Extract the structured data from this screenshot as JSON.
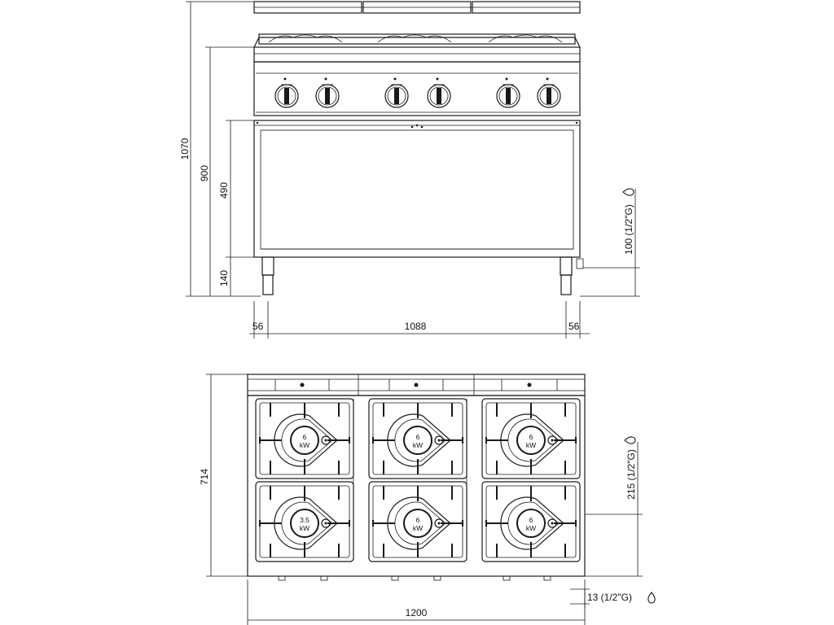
{
  "front_view": {
    "height_total": "1070",
    "height_worktop": "900",
    "height_cabinet": "490",
    "height_legs": "140",
    "width_left_offset": "56",
    "width_inner": "1088",
    "width_right_offset": "56",
    "gas_inlet_front": "100 (1/2\"G)"
  },
  "top_view": {
    "depth": "714",
    "width": "1200",
    "gas_inlet_side": "215 (1/2\"G)",
    "gas_inlet_bottom": "13 (1/2\"G)",
    "burners": [
      {
        "power": "6",
        "unit": "kW"
      },
      {
        "power": "6",
        "unit": "kW"
      },
      {
        "power": "6",
        "unit": "kW"
      },
      {
        "power": "3.5",
        "unit": "kW"
      },
      {
        "power": "6",
        "unit": "kW"
      },
      {
        "power": "6",
        "unit": "kW"
      }
    ]
  },
  "icons": {
    "gas": "gas-drop-icon"
  }
}
